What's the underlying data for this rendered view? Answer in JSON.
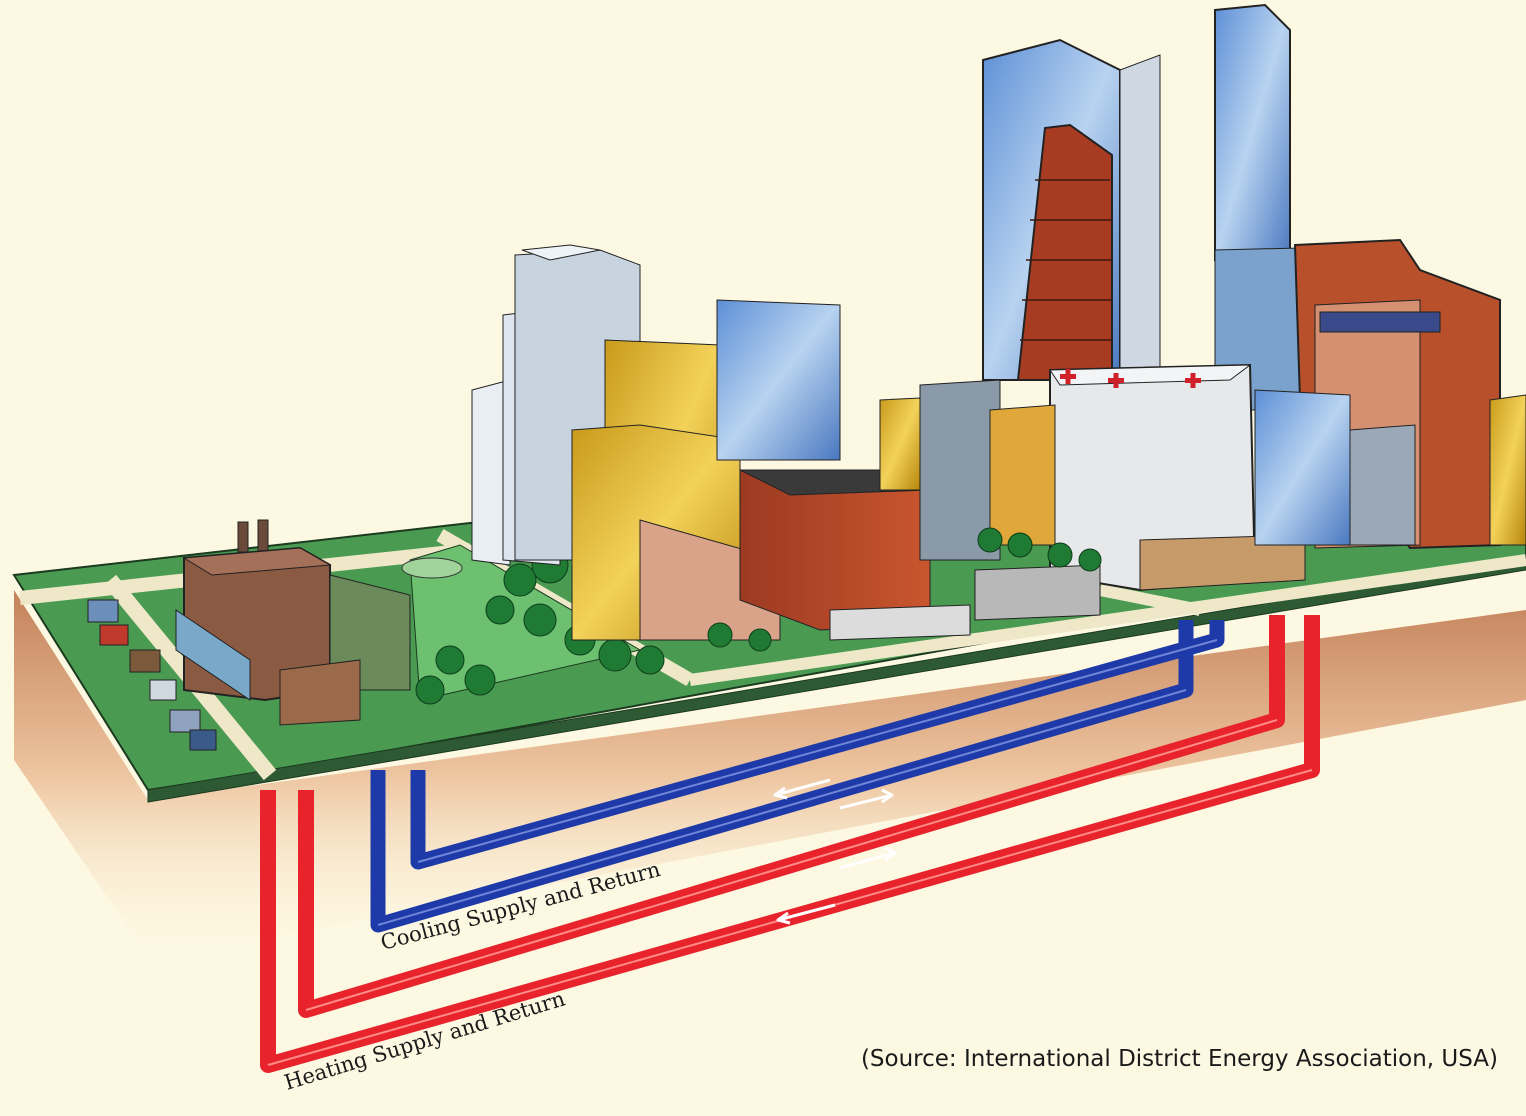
{
  "labels": {
    "cooling": "Cooling Supply and Return",
    "heating": "Heating Supply and Return"
  },
  "source": "(Source: International District Energy Association, USA)",
  "colors": {
    "background": "#fdf8e2",
    "cooling_pipe": "#1e3aa8",
    "heating_pipe": "#e8232b",
    "ground": "#4a9a52",
    "soil": "#c8743f"
  },
  "components": {
    "plant": "central-energy-plant",
    "buildings": [
      "office-towers",
      "hospital",
      "park",
      "residential-houses"
    ]
  }
}
